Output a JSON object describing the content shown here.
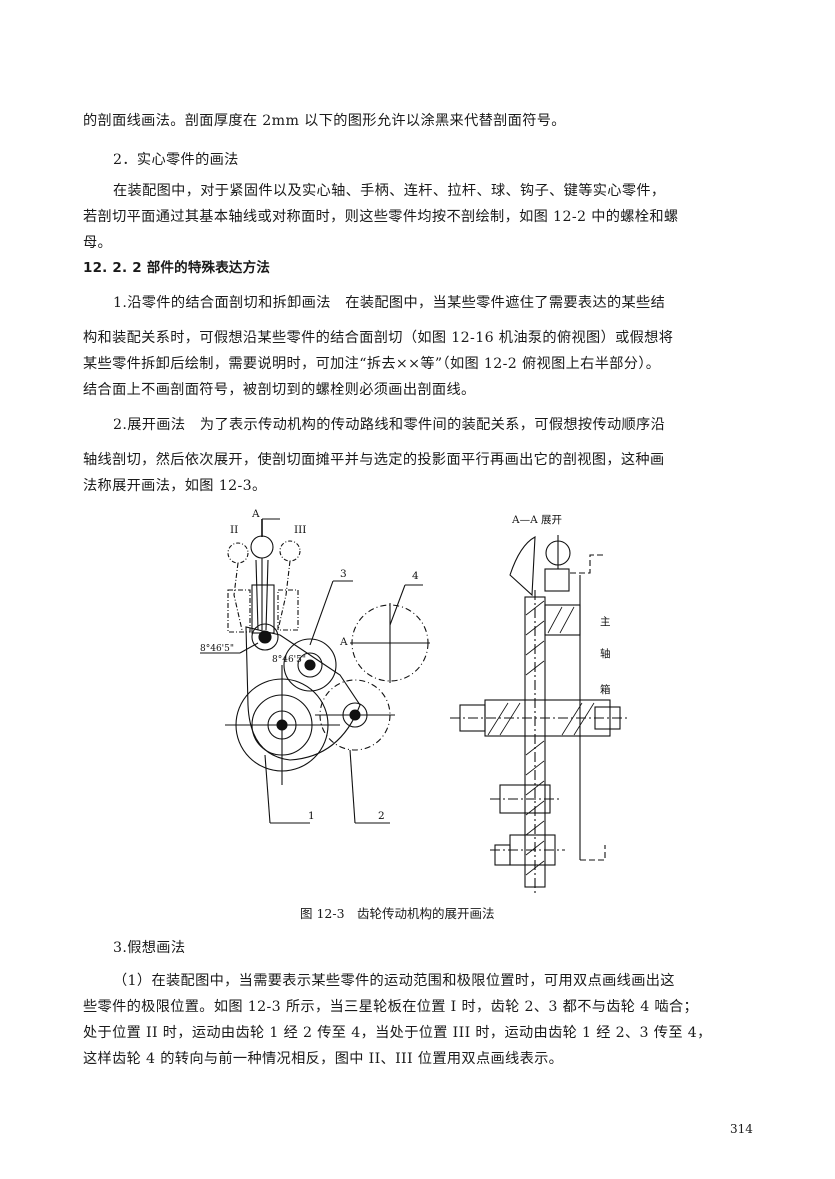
{
  "paragraphs": [
    "的剖面线画法。剖面厚度在 2mm 以下的图形允许以涂黑来代替剖面符号。",
    "2．实心零件的画法",
    "在装配图中，对于紧固件以及实心轴、手柄、连杆、拉杆、球、钩子、键等实心零件，",
    "若剖切平面通过其基本轴线或对称面时，则这些零件均按不剖绘制，如图 12-2 中的螺栓和螺",
    "母。",
    "12. 2. 2 部件的特殊表达方法",
    "1.沿零件的结合面剖切和拆卸画法　在装配图中，当某些零件遮住了需要表达的某些结",
    "构和装配关系时，可假想沿某些零件的结合面剖切（如图 12-16 机油泵的俯视图）或假想将",
    "某些零件拆卸后绘制，需要说明时，可加注“拆去××等”（如图 12-2 俯视图上右半部分）。",
    "结合面上不画剖面符号，被剖切到的螺栓则必须画出剖面线。",
    "2.展开画法　为了表示传动机构的传动路线和零件间的装配关系，可假想按传动顺序沿",
    "轴线剖切，然后依次展开，使剖切面摊平并与选定的投影面平行再画出它的剖视图，这种画",
    "法称展开画法，如图 12-3。",
    "3.假想画法",
    "（1）在装配图中，当需要表示某些零件的运动范围和极限位置时，可用双点画线画出这",
    "些零件的极限位置。如图 12-3 所示，当三星轮板在位置 I 时，齿轮 2、3 都不与齿轮 4 啮合；",
    "处于位置 II 时，运动由齿轮 1 经 2 传至 4，当处于位置 III 时，运动由齿轮 1 经 2、3 传至 4，",
    "这样齿轮 4 的转向与前一种情况相反，图中 II、III 位置用双点画线表示。"
  ],
  "figure": {
    "caption": "图 12-3　齿轮传动机构的展开画法",
    "labels": {
      "section_a": "A",
      "pos_ii": "II",
      "pos_iii": "III",
      "angle_1": "8°46'5\"",
      "angle_2": "8°46'5\"",
      "num_3": "3",
      "num_4": "4",
      "num_1": "1",
      "num_2": "2",
      "arrow_a": "A",
      "section_title": "A—A 展开",
      "box_1": "主",
      "box_2": "轴",
      "box_3": "箱"
    }
  },
  "page_number": "314"
}
